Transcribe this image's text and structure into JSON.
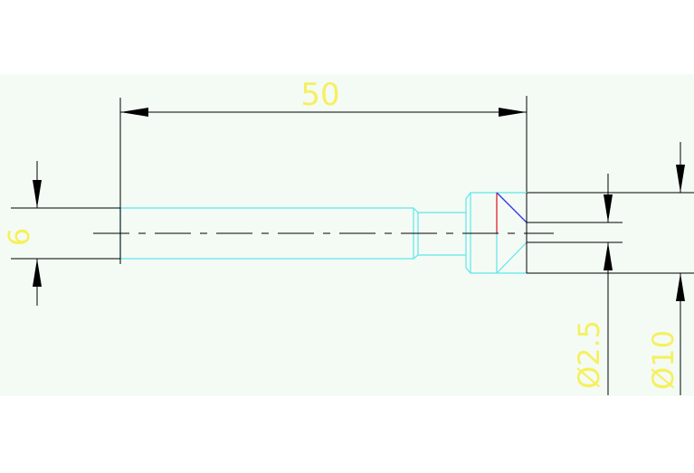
{
  "drawing": {
    "colors": {
      "canvas": "#ffffff",
      "background": "#f4fbf4",
      "dimension_line": "#000000",
      "part_outline": "#5ee6ee",
      "text": "#f5f060",
      "red_edge": "#e0303a",
      "blue_edge": "#3a3ae8"
    },
    "dimensions": {
      "length": "50",
      "shaft_diameter": "6",
      "bore_diameter": "Ø2.5",
      "head_diameter": "Ø10"
    }
  }
}
